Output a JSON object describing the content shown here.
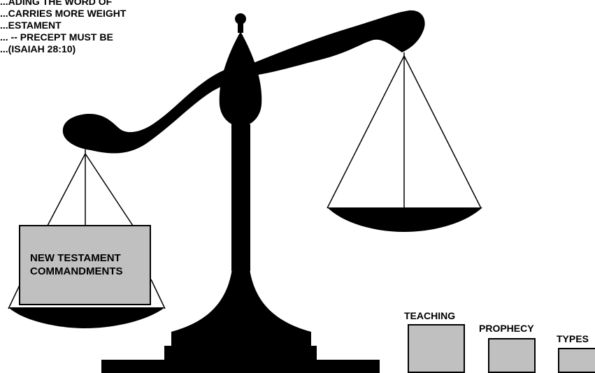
{
  "intro_lines": [
    "...ADING THE WORD OF",
    "...CARRIES MORE WEIGHT",
    "...ESTAMENT",
    "... -- PRECEPT MUST BE",
    "...(ISAIAH 28:10)"
  ],
  "heavy_pan_box": {
    "line1": "NEW TESTAMENT",
    "line2": "COMMANDMENTS"
  },
  "light_items": [
    {
      "label": "TEACHING"
    },
    {
      "label": "PROPHECY"
    },
    {
      "label": "TYPES"
    }
  ],
  "colors": {
    "scale": "#000000",
    "box_fill": "#c0c0c0",
    "background": "#ffffff"
  }
}
